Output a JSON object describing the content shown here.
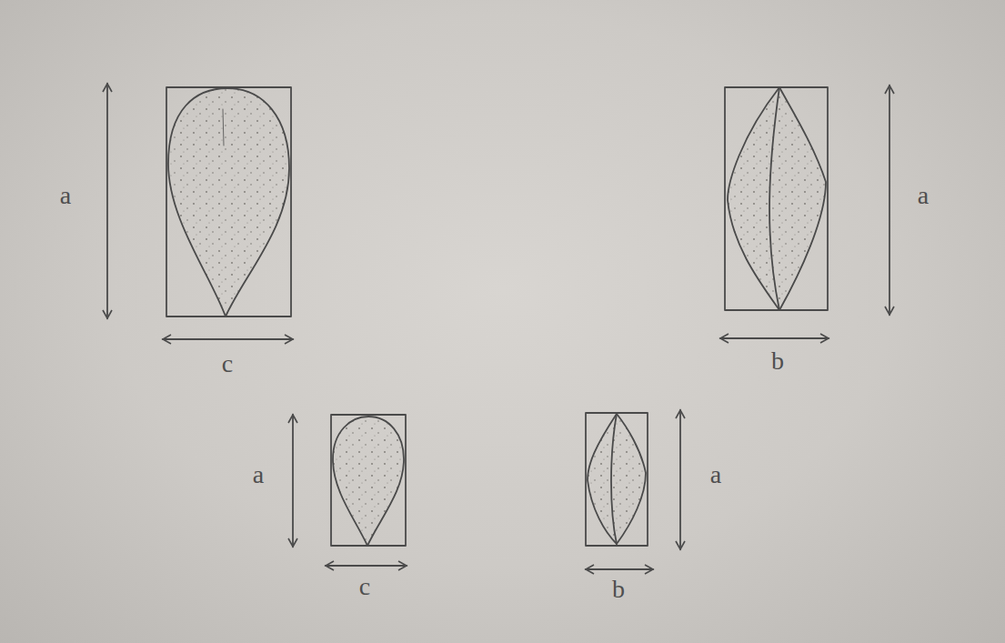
{
  "diagram": {
    "labels": [
      "a",
      "a",
      "c",
      "b",
      "a",
      "a",
      "c",
      "b"
    ]
  }
}
